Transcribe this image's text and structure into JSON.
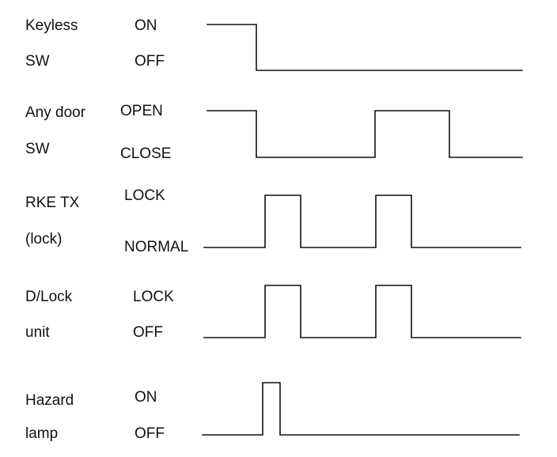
{
  "signals": [
    {
      "name_line1": "Keyless",
      "name_line2": "SW",
      "state_high": "ON",
      "state_low": "OFF"
    },
    {
      "name_line1": "Any door",
      "name_line2": "SW",
      "state_high": "OPEN",
      "state_low": "CLOSE"
    },
    {
      "name_line1": "RKE TX",
      "name_line2": "(lock)",
      "state_high": "LOCK",
      "state_low": "NORMAL"
    },
    {
      "name_line1": "D/Lock",
      "name_line2": "unit",
      "state_high": "LOCK",
      "state_low": "OFF"
    },
    {
      "name_line1": "Hazard",
      "name_line2": "lamp",
      "state_high": "ON",
      "state_low": "OFF"
    }
  ],
  "waveforms": [
    {
      "signal": "Keyless SW",
      "initial": "ON",
      "transitions": [
        "fall"
      ]
    },
    {
      "signal": "Any door SW",
      "initial": "OPEN",
      "transitions": [
        "fall",
        "rise",
        "fall"
      ]
    },
    {
      "signal": "RKE TX (lock)",
      "initial": "NORMAL",
      "transitions": [
        "rise",
        "fall",
        "rise",
        "fall"
      ]
    },
    {
      "signal": "D/Lock unit",
      "initial": "OFF",
      "transitions": [
        "rise",
        "fall",
        "rise",
        "fall"
      ]
    },
    {
      "signal": "Hazard lamp",
      "initial": "OFF",
      "transitions": [
        "rise",
        "fall"
      ]
    }
  ],
  "colors": {
    "line": "#111111",
    "text": "#111111",
    "background": "#ffffff"
  }
}
